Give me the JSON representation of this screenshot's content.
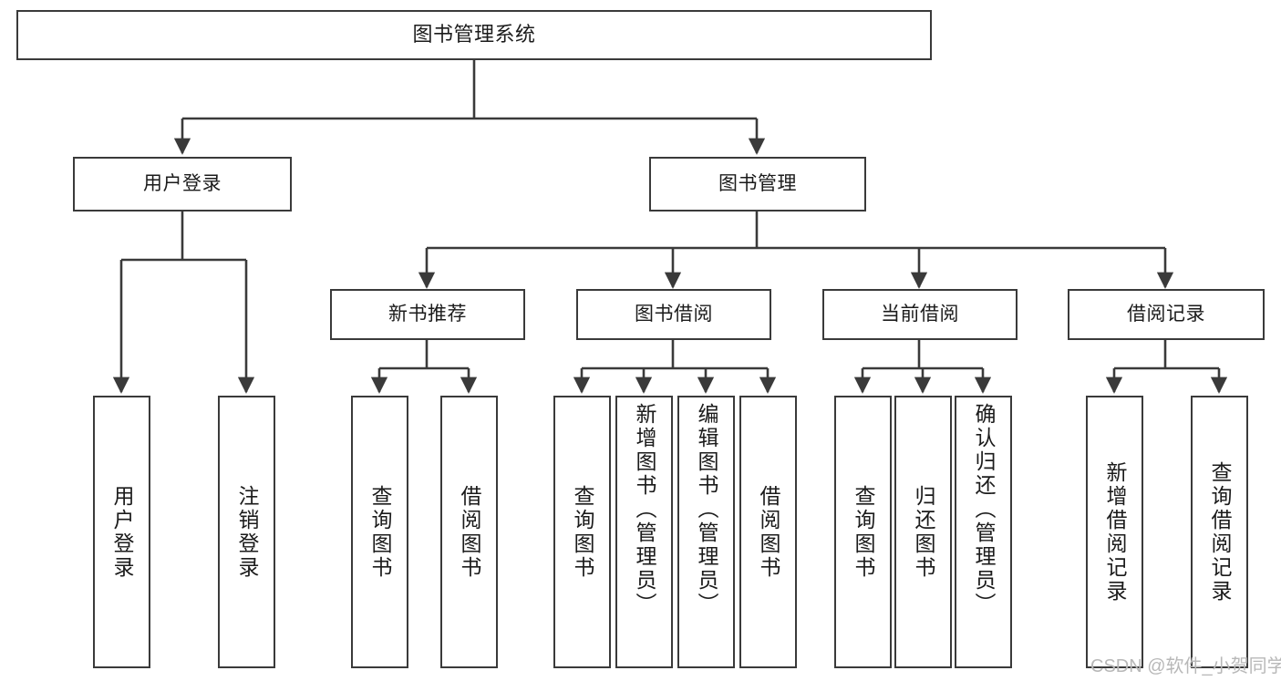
{
  "diagram": {
    "title": "图书管理系统",
    "type": "hierarchy-tree",
    "colors": {
      "stroke": "#3a3a3a",
      "fill": "#ffffff",
      "text": "#1b1b1b",
      "watermark": "#b8b8b8"
    },
    "levels": {
      "level1": [
        "图书管理系统"
      ],
      "level2": [
        "用户登录",
        "图书管理"
      ],
      "level3": [
        "新书推荐",
        "图书借阅",
        "当前借阅",
        "借阅记录"
      ],
      "level4": [
        "用户登录",
        "注销登录",
        "查询图书",
        "借阅图书",
        "查询图书",
        "新增图书（管理员）",
        "编辑图书（管理员）",
        "借阅图书",
        "查询图书",
        "归还图书",
        "确认归还（管理员）",
        "新增借阅记录",
        "查询借阅记录"
      ]
    },
    "nodes": {
      "root": {
        "label": "图书管理系统"
      },
      "user_login": {
        "label": "用户登录"
      },
      "book_manage": {
        "label": "图书管理"
      },
      "new_book_rec": {
        "label": "新书推荐"
      },
      "book_borrow": {
        "label": "图书借阅"
      },
      "current_borrow": {
        "label": "当前借阅"
      },
      "borrow_record": {
        "label": "借阅记录"
      },
      "leaf_user_login": {
        "label": "用户登录"
      },
      "leaf_logout": {
        "label": "注销登录"
      },
      "leaf_query_book_1": {
        "label": "查询图书"
      },
      "leaf_borrow_book_1": {
        "label": "借阅图书"
      },
      "leaf_query_book_2": {
        "label": "查询图书"
      },
      "leaf_add_book": {
        "label": "新增图书（管理员）"
      },
      "leaf_edit_book": {
        "label": "编辑图书（管理员）"
      },
      "leaf_borrow_book_2": {
        "label": "借阅图书"
      },
      "leaf_query_book_3": {
        "label": "查询图书"
      },
      "leaf_return_book": {
        "label": "归还图书"
      },
      "leaf_confirm_return": {
        "label": "确认归还（管理员）"
      },
      "leaf_add_record": {
        "label": "新增借阅记录"
      },
      "leaf_query_record": {
        "label": "查询借阅记录"
      }
    },
    "edges": [
      [
        "root",
        "user_login"
      ],
      [
        "root",
        "book_manage"
      ],
      [
        "user_login",
        "leaf_user_login"
      ],
      [
        "user_login",
        "leaf_logout"
      ],
      [
        "book_manage",
        "new_book_rec"
      ],
      [
        "book_manage",
        "book_borrow"
      ],
      [
        "book_manage",
        "current_borrow"
      ],
      [
        "book_manage",
        "borrow_record"
      ],
      [
        "new_book_rec",
        "leaf_query_book_1"
      ],
      [
        "new_book_rec",
        "leaf_borrow_book_1"
      ],
      [
        "book_borrow",
        "leaf_query_book_2"
      ],
      [
        "book_borrow",
        "leaf_add_book"
      ],
      [
        "book_borrow",
        "leaf_edit_book"
      ],
      [
        "book_borrow",
        "leaf_borrow_book_2"
      ],
      [
        "current_borrow",
        "leaf_query_book_3"
      ],
      [
        "current_borrow",
        "leaf_return_book"
      ],
      [
        "current_borrow",
        "leaf_confirm_return"
      ],
      [
        "borrow_record",
        "leaf_add_record"
      ],
      [
        "borrow_record",
        "leaf_query_record"
      ]
    ]
  },
  "watermark": {
    "text": "CSDN @软件_小贺同学"
  }
}
